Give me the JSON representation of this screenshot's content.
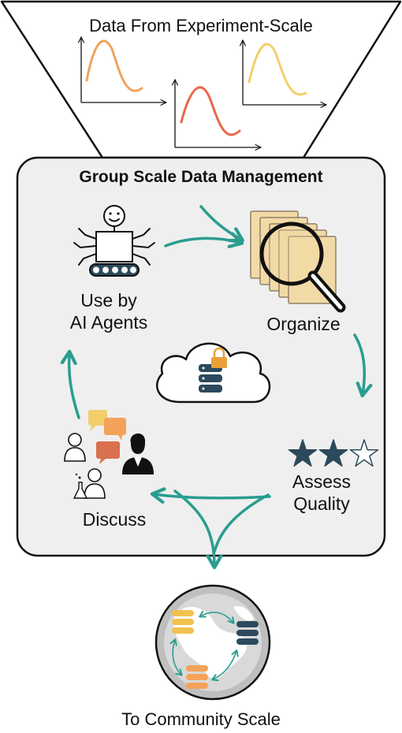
{
  "funnel": {
    "title": "Data From Experiment-Scale"
  },
  "group": {
    "title": "Group Scale Data Management"
  },
  "steps": {
    "ai_agents": "Use by\nAI Agents",
    "organize": "Organize",
    "assess_quality": "Assess\nQuality",
    "discuss": "Discuss"
  },
  "quality_rating": {
    "filled": 2,
    "total": 3
  },
  "community": {
    "label": "To Community Scale"
  },
  "colors": {
    "teal_arrow": "#2a9d8f",
    "curve_orange": "#f0a35e",
    "curve_red": "#e8684a",
    "curve_yellow": "#f2cf6b",
    "db_dark": "#2c4a5c",
    "db_yellow": "#f2c14e",
    "db_orange": "#f4a259",
    "panel_fill": "#efefef",
    "star_dark": "#2c4a5c",
    "lock": "#e8a13a",
    "bubble_orange": "#f4a259",
    "bubble_red": "#d9704f",
    "bubble_yellow": "#f2cf6b"
  }
}
